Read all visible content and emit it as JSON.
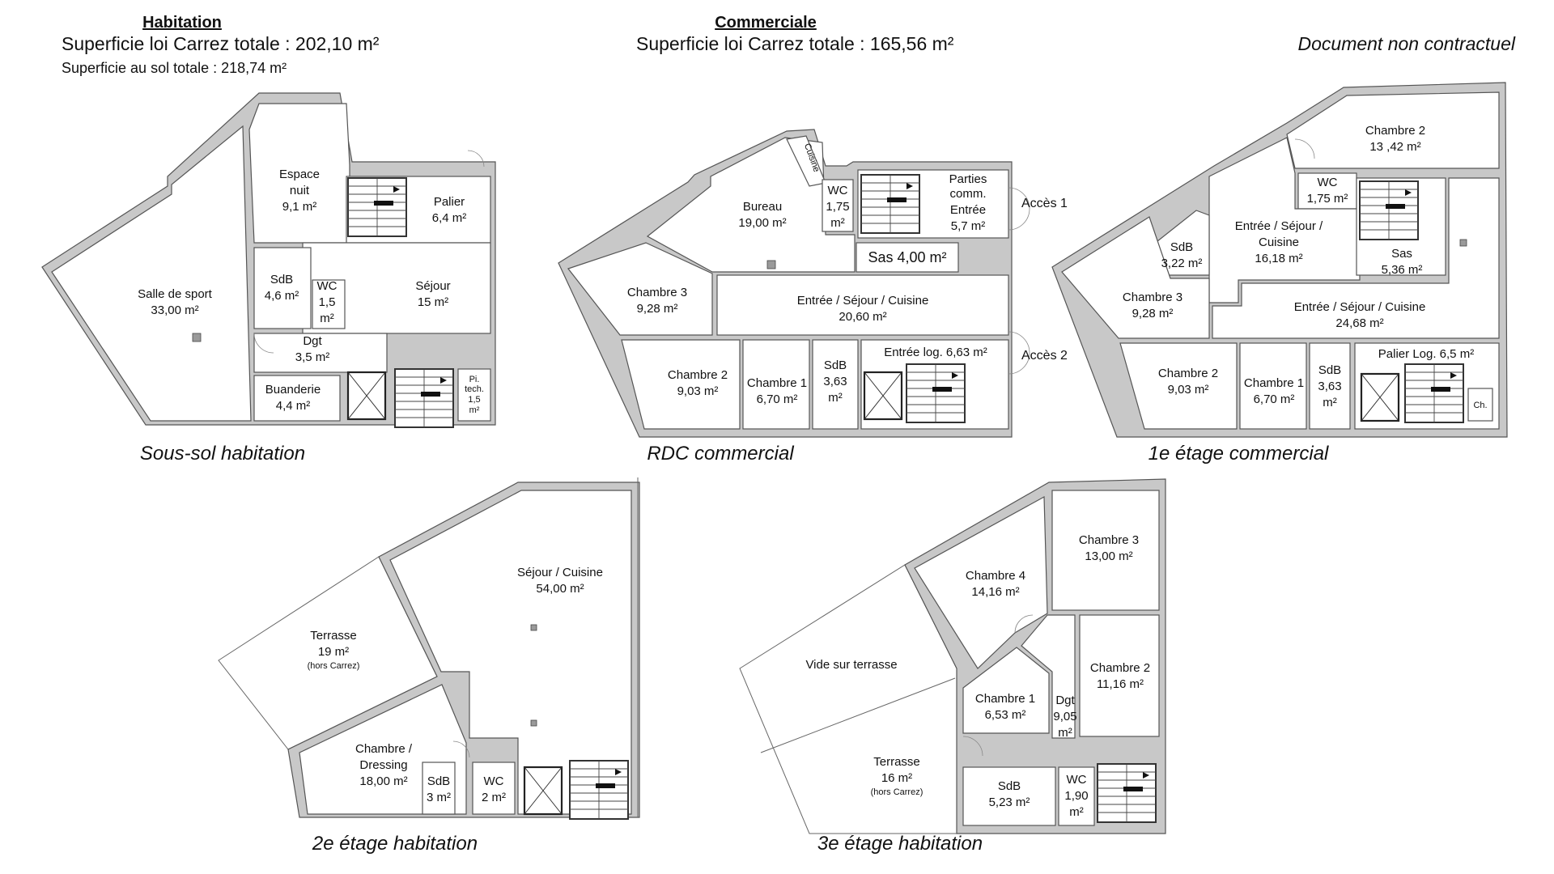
{
  "header": {
    "habitation_title": "Habitation",
    "habitation_carrez": "Superficie loi Carrez totale :  202,10 m²",
    "habitation_sol": "Superficie au sol totale :  218,74 m²",
    "commerciale_title": "Commerciale",
    "commerciale_carrez": "Superficie loi Carrez totale :  165,56 m²",
    "disclaimer": "Document non contractuel"
  },
  "plans": {
    "sous_sol": {
      "caption": "Sous-sol habitation",
      "rooms": {
        "salle_sport": [
          "Salle de sport",
          "33,00 m²"
        ],
        "espace_nuit": [
          "Espace",
          "nuit",
          "9,1 m²"
        ],
        "palier": [
          "Palier",
          "6,4 m²"
        ],
        "sdb": [
          "SdB",
          "4,6 m²"
        ],
        "wc": [
          "WC",
          "1,5",
          "m²"
        ],
        "sejour": [
          "Séjour",
          "15 m²"
        ],
        "dgt": [
          "Dgt",
          "3,5 m²"
        ],
        "buanderie": [
          "Buanderie",
          "4,4 m²"
        ],
        "pi_tech": [
          "Pi.",
          "tech.",
          "1,5",
          "m²"
        ]
      }
    },
    "rdc": {
      "caption": "RDC commercial",
      "rooms": {
        "cuisine": "Cuisine",
        "bureau": [
          "Bureau",
          "19,00 m²"
        ],
        "wc": [
          "WC",
          "1,75",
          "m²"
        ],
        "parties": [
          "Parties",
          "comm.",
          "Entrée",
          "5,7 m²"
        ],
        "sas": "Sas 4,00 m²",
        "chambre3": [
          "Chambre 3",
          "9,28 m²"
        ],
        "entree_sejour": [
          "Entrée / Séjour / Cuisine",
          "20,60 m²"
        ],
        "chambre2": [
          "Chambre 2",
          "9,03 m²"
        ],
        "chambre1": [
          "Chambre 1",
          "6,70 m²"
        ],
        "sdb": [
          "SdB",
          "3,63",
          "m²"
        ],
        "entree_log": "Entrée log. 6,63 m²"
      },
      "access": [
        "Accès 1",
        "Accès 2"
      ]
    },
    "etage1": {
      "caption": "1e étage commercial",
      "rooms": {
        "chambre2": [
          "Chambre 2",
          "13 ,42 m²"
        ],
        "wc": [
          "WC",
          "1,75 m²"
        ],
        "entree_sejour_top": [
          "Entrée / Séjour /",
          "Cuisine",
          "16,18 m²"
        ],
        "sdb_top": [
          "SdB",
          "3,22 m²"
        ],
        "sas": [
          "Sas",
          "5,36 m²"
        ],
        "chambre3": [
          "Chambre 3",
          "9,28 m²"
        ],
        "entree_sejour": [
          "Entrée / Séjour / Cuisine",
          "24,68 m²"
        ],
        "chambre2b": [
          "Chambre 2",
          "9,03 m²"
        ],
        "chambre1": [
          "Chambre 1",
          "6,70 m²"
        ],
        "sdb": [
          "SdB",
          "3,63",
          "m²"
        ],
        "palier": "Palier Log. 6,5 m²",
        "ch": "Ch."
      }
    },
    "etage2": {
      "caption": "2e étage habitation",
      "rooms": {
        "sejour": [
          "Séjour / Cuisine",
          "54,00 m²"
        ],
        "terrasse": [
          "Terrasse",
          "19 m²",
          "(hors Carrez)"
        ],
        "chambre": [
          "Chambre /",
          "Dressing",
          "18,00 m²"
        ],
        "sdb": [
          "SdB",
          "3 m²"
        ],
        "wc": [
          "WC",
          "2 m²"
        ]
      }
    },
    "etage3": {
      "caption": "3e étage habitation",
      "rooms": {
        "chambre3": [
          "Chambre 3",
          "13,00 m²"
        ],
        "chambre4": [
          "Chambre 4",
          "14,16 m²"
        ],
        "vide": "Vide sur terrasse",
        "chambre1": [
          "Chambre 1",
          "6,53 m²"
        ],
        "dgt": [
          "Dgt",
          "9,05",
          "m²"
        ],
        "chambre2": [
          "Chambre 2",
          "11,16 m²"
        ],
        "terrasse": [
          "Terrasse",
          "16 m²",
          "(hors Carrez)"
        ],
        "sdb": [
          "SdB",
          "5,23 m²"
        ],
        "wc": [
          "WC",
          "1,90",
          "m²"
        ]
      }
    }
  }
}
